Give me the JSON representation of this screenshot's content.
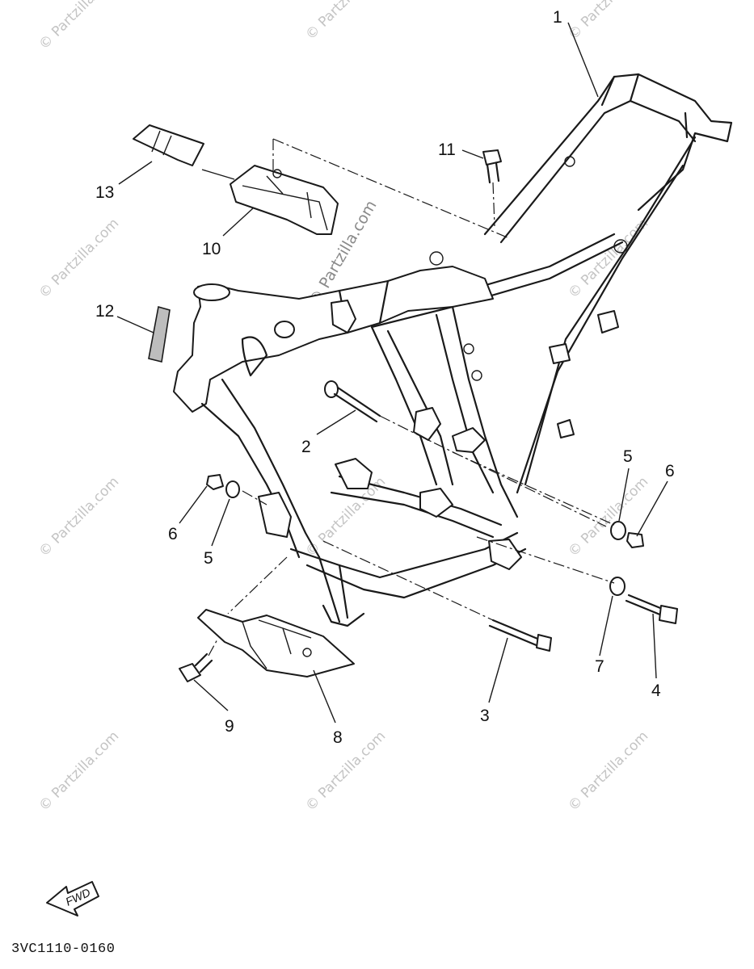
{
  "diagram": {
    "watermark_text": "© Partzilla.com",
    "center_watermark_text": "© Partzilla.com",
    "drawing_code": "3VC1110-0160",
    "fwd_label": "FWD",
    "callouts": {
      "c1": "1",
      "c2": "2",
      "c3": "3",
      "c4": "4",
      "c5a": "5",
      "c5b": "5",
      "c6a": "6",
      "c6b": "6",
      "c7": "7",
      "c8": "8",
      "c9": "9",
      "c10": "10",
      "c11": "11",
      "c12": "12",
      "c13": "13"
    },
    "colors": {
      "line": "#1a1a1a",
      "watermark": "#c4c4c4",
      "background": "#ffffff"
    }
  }
}
